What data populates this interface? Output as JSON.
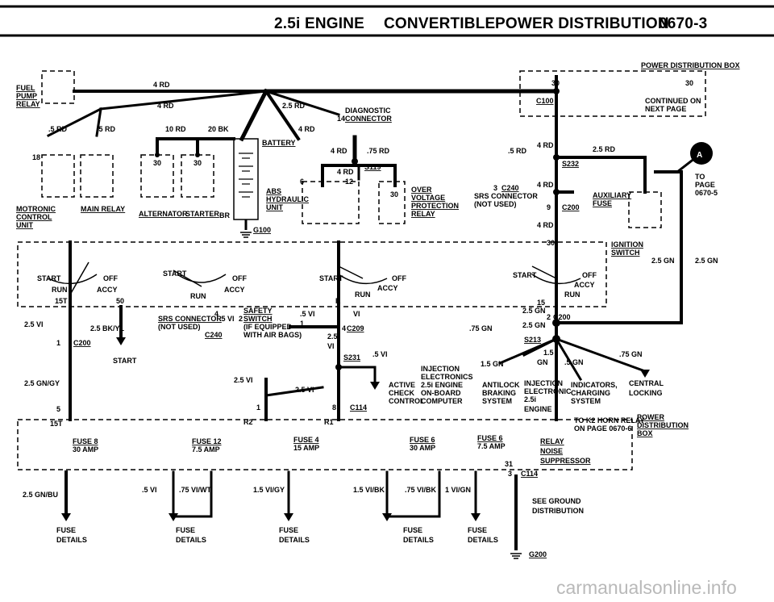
{
  "header": {
    "engine": "2.5i ENGINE",
    "model": "CONVERTIBLE",
    "section": "POWER DISTRIBUTION",
    "page": "0670-3"
  },
  "labels": {
    "power_dist_box": "POWER DISTRIBUTION BOX",
    "pdb_pin_30a": "30",
    "pdb_pin_30b": "30",
    "c100": "C100",
    "continued": "CONTINUED ON",
    "next_page": "NEXT PAGE",
    "to_page_a": "A",
    "to": "TO",
    "page": "PAGE",
    "page_ref": "0670-5",
    "fuel_pump_relay_1": "FUEL",
    "fuel_pump_relay_2": "PUMP",
    "fuel_pump_relay_3": "RELAY",
    "w_4rd_a": "4 RD",
    "w_4rd_b": "4 RD",
    "w_25rd": "2.5 RD",
    "diagnostic_1": "DIAGNOSTIC",
    "diagnostic_pin": "14",
    "diagnostic_2": "CONNECTOR",
    "w_5rd_a": ".5 RD",
    "w_5rd_b": ".5 RD",
    "w_10rd": "10 RD",
    "w_20bk": "20 BK",
    "w_4rd_c": "4 RD",
    "battery": "BATTERY",
    "w_4rd_d": "4 RD",
    "w_75rd": ".75 RD",
    "s119": "S119",
    "w_4rd_e": "4 RD",
    "pin_6": "6",
    "pin_12": "12",
    "pin_18": "18",
    "pin_30a": "30",
    "pin_30b": "30",
    "pin_30c": "30",
    "motronic_1": "MOTRONIC",
    "motronic_2": "CONTROL",
    "motronic_3": "UNIT",
    "main_relay": "MAIN RELAY",
    "alternator": "ALTERNATOR",
    "starter": "STARTER",
    "br": "BR",
    "g100": "G100",
    "abs_1": "ABS",
    "abs_2": "HYDRAULIC",
    "abs_3": "UNIT",
    "ovp_1": "OVER",
    "ovp_2": "VOLTAGE",
    "ovp_3": "PROTECTION",
    "ovp_4": "RELAY",
    "w_5rd_c": ".5 RD",
    "w_4rd_f": "4 RD",
    "w_25rd_b": "2.5 RD",
    "s232": "S232",
    "w_4rd_g": "4 RD",
    "c240_pin": "3",
    "c240": "C240",
    "srs_conn_1": "SRS CONNECTOR",
    "srs_conn_2": "(NOT USED)",
    "c200_pin_9": "9",
    "c200_a": "C200",
    "w_4rd_h": "4 RD",
    "aux_fuse_1": "AUXILIARY",
    "aux_fuse_2": "FUSE",
    "ign_1": "IGNITION",
    "ign_2": "SWITCH",
    "w_25gn_a": "2.5 GN",
    "w_25gn_b": "2.5 GN",
    "start_a": "START",
    "off_a": "OFF",
    "run_a": "RUN",
    "accy_a": "ACCY",
    "pin_15t": "15T",
    "pin_50": "50",
    "start_b": "START",
    "off_b": "OFF",
    "run_b": "RUN",
    "accy_b": "ACCY",
    "start_c": "START",
    "off_c": "OFF",
    "run_c": "RUN",
    "accy_c": "ACCY",
    "pin_r": "R",
    "start_d": "START",
    "off_d": "OFF",
    "run_d": "RUN",
    "accy_d": "ACCY",
    "pin_15": "15",
    "pin_30d": "30",
    "w_25vi": "2.5 VI",
    "w_25bkyl": "2.5 BK/YL",
    "c200_pin_1": "1",
    "c200_b": "C200",
    "start_term": "START",
    "srs_conn_3": "SRS CONNECTOR",
    "srs_pin_4": "4",
    "w_5vi_a": ".5 VI",
    "srs_pin_2": "2",
    "srs_conn_4": "(NOT USED)",
    "c240_b": "C240",
    "safety_1": "SAFETY",
    "safety_2": "SWITCH",
    "safety_3": "(IF EQUIPPED",
    "safety_4": "WITH AIR BAGS)",
    "w_5vi_b": ".5 VI",
    "w_vi_a": "VI",
    "safety_pin_1": "1",
    "c209_pin": "4",
    "c209": "C209",
    "w_25_a": "2.5",
    "w_vi_b": "VI",
    "s231": "S231",
    "w_5vi_c": ".5 VI",
    "w_25gn_c": "2.5 GN",
    "c200_pin_2": "2",
    "c200_c": "C200",
    "w_75gn_a": ".75 GN",
    "w_25gn_d": "2.5 GN",
    "s213": "S213",
    "w_15_a": "1.5",
    "w_15gn": "1.5 GN",
    "w_gn": "GN",
    "w_5gn": ".5 GN",
    "w_75gn_b": ".75 GN",
    "inj_1": "INJECTION",
    "inj_2": "ELECTRONICS",
    "inj_3": "2.5i ENGINE",
    "inj_4": "ON-BOARD",
    "inj_5": "COMPUTER",
    "active_1": "ACTIVE",
    "active_2": "CHECK",
    "active_3": "CONTROL",
    "abs_sys_1": "ANTILOCK",
    "abs_sys_2": "BRAKING",
    "abs_sys_3": "SYSTEM",
    "inj_e_1": "INJECTION",
    "inj_e_2": "ELECTRONIC",
    "inj_e_3": "2.5i",
    "inj_e_4": "ENGINE",
    "ind_1": "INDICATORS,",
    "ind_2": "CHARGING",
    "ind_3": "SYSTEM",
    "central_1": "CENTRAL",
    "central_2": "LOCKING",
    "w_25gnbl": "2.5 GN/GY",
    "w_25vi_b": "2.5 VI",
    "w_25vi_c": "2.5 VI",
    "pin_5": "5",
    "pin_1": "1",
    "pin_8": "8",
    "c114_a": "C114",
    "pin_15t_b": "15T",
    "r2": "R2",
    "r1": "R1",
    "horn_1": "TO K2 HORN RELAY",
    "horn_2": "ON PAGE 0670-6",
    "pdb2_1": "POWER",
    "pdb2_2": "DISTRIBUTION",
    "pdb2_3": "BOX",
    "fuse8": "FUSE 8",
    "fuse8_amp": "30 AMP",
    "fuse12": "FUSE 12",
    "fuse12_amp": "7.5 AMP",
    "fuse4": "FUSE 4",
    "fuse4_amp": "15 AMP",
    "fuse6a": "FUSE 6",
    "fuse6a_amp": "30 AMP",
    "fuse6b": "FUSE 6",
    "fuse6b_amp": "7.5 AMP",
    "relay": "RELAY",
    "noise": "NOISE",
    "supp": "SUPPRESSOR",
    "pin_31": "31",
    "pin_3": "3",
    "c114_b": "C114",
    "w_25gnbu": "2.5 GN/BU",
    "w_5vi_d": ".5 VI",
    "w_75viwt": ".75 VI/WT",
    "w_15vigy": "1.5 VI/GY",
    "w_15vibk": "1.5 VI/BK",
    "w_75vibk": ".75 VI/BK",
    "w_1vign": "1 VI/GN",
    "ground_1": "SEE GROUND",
    "ground_2": "DISTRIBUTION",
    "fd1_1": "FUSE",
    "fd1_2": "DETAILS",
    "fd2_1": "FUSE",
    "fd2_2": "DETAILS",
    "fd3_1": "FUSE",
    "fd3_2": "DETAILS",
    "fd4_1": "FUSE",
    "fd4_2": "DETAILS",
    "fd5_1": "FUSE",
    "fd5_2": "DETAILS",
    "g200": "G200"
  },
  "watermark": "carmanualsonline.info"
}
